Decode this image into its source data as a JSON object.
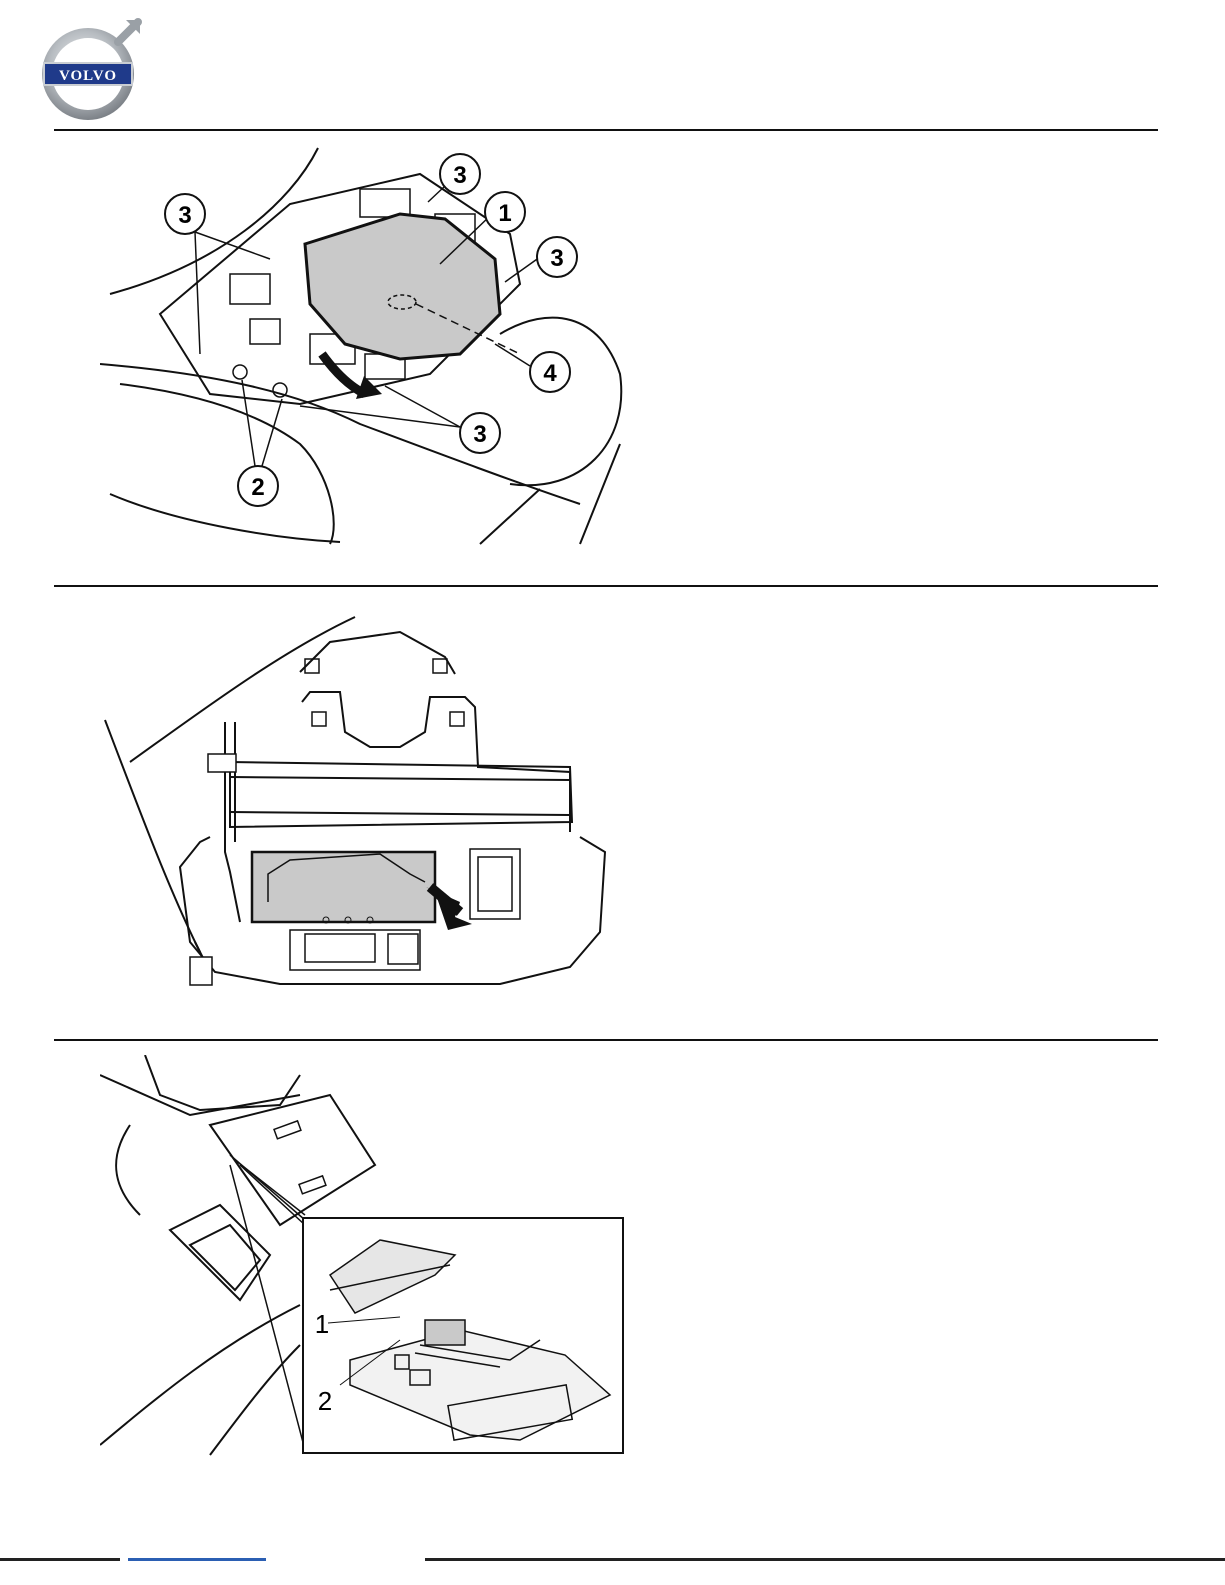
{
  "brand": {
    "logo_text": "VOLVO",
    "icon": "volvo-iron-mark-logo",
    "blue": "#1f3a8a",
    "silver": "#a8adb3"
  },
  "figures": [
    {
      "callouts": [
        "3",
        "3",
        "1",
        "3",
        "4",
        "3",
        "2"
      ]
    },
    {
      "callouts": []
    },
    {
      "callouts": [
        "1",
        "2"
      ]
    }
  ],
  "colors": {
    "panel_gray": "#c9c9c9",
    "line": "#111111"
  }
}
